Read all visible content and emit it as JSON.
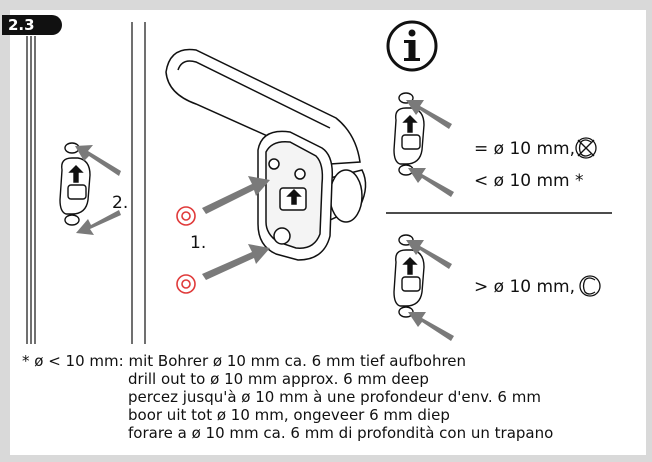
{
  "step_badge": "2.3",
  "callouts": {
    "step1": "1.",
    "step2": "2."
  },
  "info_panel": {
    "line_equal": "= ø 10 mm,",
    "line_less": "< ø 10 mm *",
    "line_greater": "> ø 10 mm,",
    "icon_equal": "crossed-c-icon",
    "icon_greater": "circled-c-icon"
  },
  "footnote": {
    "lead": "* ø < 10 mm:",
    "lines": [
      "mit Bohrer ø 10 mm ca. 6 mm tief aufbohren",
      "drill out to ø 10 mm approx. 6 mm deep",
      "percez jusqu'à ø 10 mm à une profondeur d'env. 6 mm",
      "boor uit tot ø 10 mm, ongeveer 6 mm diep",
      "forare a ø 10 mm ca. 6 mm di profondità con un trapano"
    ]
  },
  "colors": {
    "frame": "#d9d9d9",
    "arrow": "#7a7a7a",
    "seal_red": "#e03a3a",
    "ink": "#111111"
  }
}
